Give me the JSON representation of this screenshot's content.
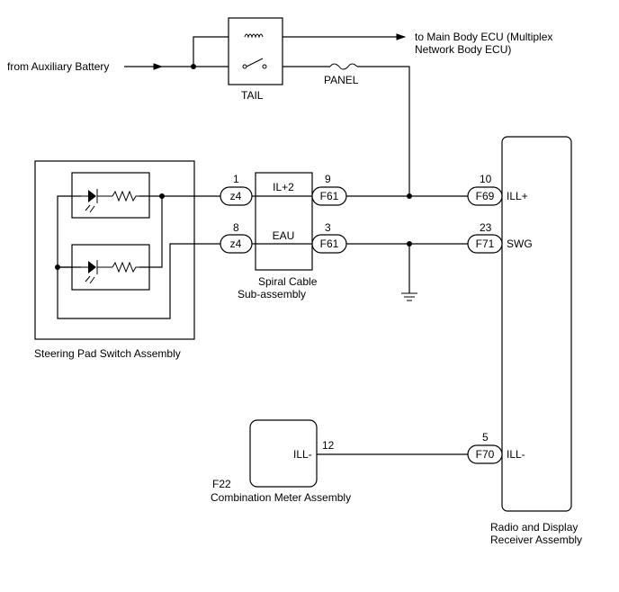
{
  "labels": {
    "from_aux": "from Auxiliary Battery",
    "to_main_1": "to Main Body ECU (Multiplex",
    "to_main_2": "Network Body ECU)",
    "tail": "TAIL",
    "panel": "PANEL",
    "steering_assy": "Steering Pad Switch Assembly",
    "spiral_1": "Spiral Cable",
    "spiral_2": "Sub-assembly",
    "il2": "IL+2",
    "eau": "EAU",
    "radio_1": "Radio and Display",
    "radio_2": "Receiver Assembly",
    "meter_code": "F22",
    "meter_name": "Combination Meter Assembly",
    "meter_pin": "ILL-"
  },
  "connectors": {
    "z4_top": "z4",
    "z4_bot": "z4",
    "f61_top": "F61",
    "f61_bot": "F61",
    "f69": "F69",
    "f71": "F71",
    "f70": "F70"
  },
  "pins": {
    "p1": "1",
    "p8": "8",
    "p9": "9",
    "p3": "3",
    "p10": "10",
    "p23": "23",
    "p5": "5",
    "p12": "12"
  },
  "terminals": {
    "ill_plus": "ILL+",
    "swg": "SWG",
    "ill_minus": "ILL-"
  }
}
